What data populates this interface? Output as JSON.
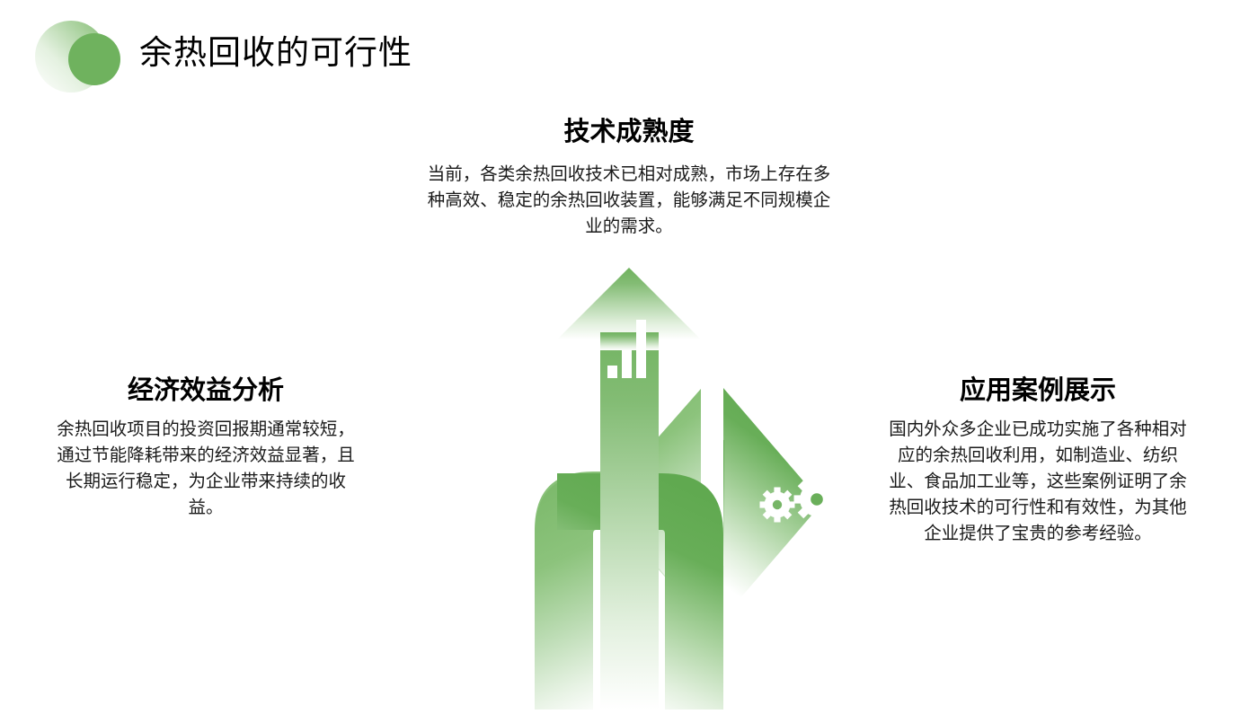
{
  "header": {
    "title": "余热回收的可行性",
    "logo_icon": "overlapping-circles-logo",
    "logo_colors": {
      "circle_back": "#7fbb6e",
      "circle_front": "#6fb25e"
    }
  },
  "theme": {
    "accent_green": "#6fb25e",
    "accent_green_light": "#93c887",
    "accent_green_dark": "#5da34f",
    "text_color": "#111111",
    "background": "#ffffff"
  },
  "diagram": {
    "type": "three-way-arrow",
    "description": "三向箭头分叉图",
    "branches": [
      {
        "id": "top",
        "direction": "up",
        "icon": "bar-chart-icon",
        "title": "技术成熟度",
        "body": "当前，各类余热回收技术已相对成熟，市场上存在多种高效、稳定的余热回收装置，能够满足不同规模企业的需求。"
      },
      {
        "id": "left",
        "direction": "left",
        "icon": "balance-scale-icon",
        "title": "经济效益分析",
        "body": "余热回收项目的投资回报期通常较短，通过节能降耗带来的经济效益显著，且长期运行稳定，为企业带来持续的收益。"
      },
      {
        "id": "right",
        "direction": "right",
        "icon": "gears-icon",
        "title": "应用案例展示",
        "body": "国内外众多企业已成功实施了各种相对应的余热回收利用，如制造业、纺织业、食品加工业等，这些案例证明了余热回收技术的可行性和有效性，为其他企业提供了宝贵的参考经验。"
      }
    ]
  }
}
